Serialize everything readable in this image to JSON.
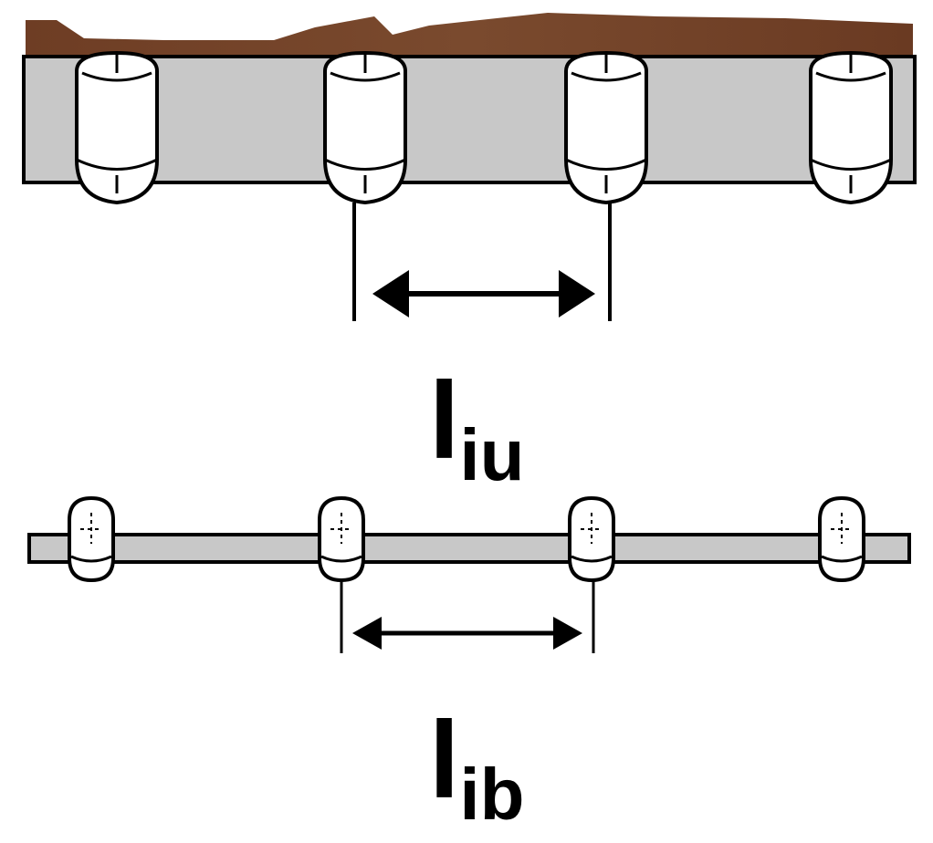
{
  "top_panel": {
    "spacing_label": {
      "main": "l",
      "sub": "iu"
    }
  },
  "bottom_panel": {
    "spacing_label": {
      "main": "l",
      "sub": "ib"
    }
  },
  "colors": {
    "soil": "#6b3a22",
    "soil_light": "#8b5a3c",
    "plate": "#c8c8c8",
    "stroke": "#000000",
    "anchor_fill": "#ffffff"
  }
}
